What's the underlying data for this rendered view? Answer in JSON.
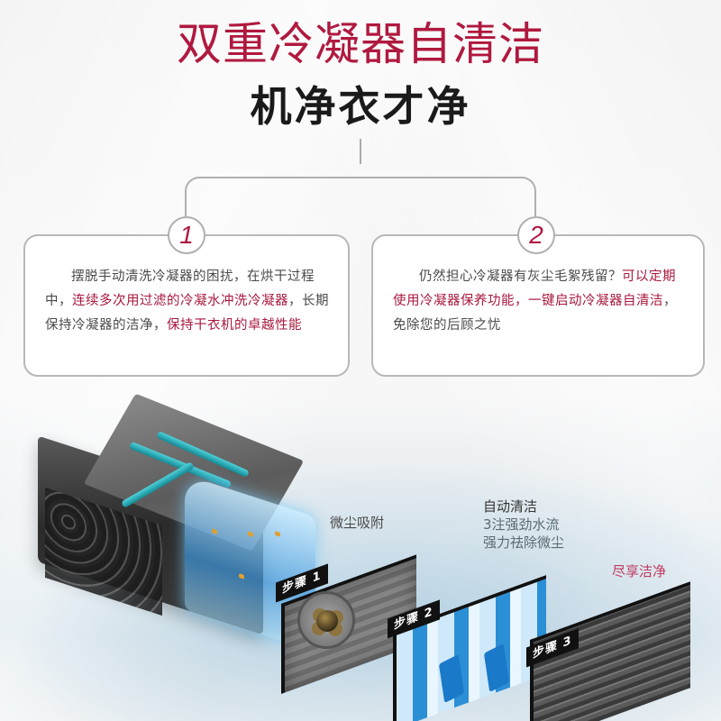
{
  "header": {
    "title": "双重冷凝器自清洁",
    "subtitle": "机净衣才净"
  },
  "cards": [
    {
      "number": "1",
      "segments": [
        {
          "text": "摆脱手动清洗冷凝器的困扰，在烘干过程中，",
          "highlight": false
        },
        {
          "text": "连续多次用过滤的冷凝水冲洗冷凝器",
          "highlight": true
        },
        {
          "text": "，长期保持冷凝器的洁净，",
          "highlight": false
        },
        {
          "text": "保持干衣机的卓越性能",
          "highlight": true
        }
      ]
    },
    {
      "number": "2",
      "segments": [
        {
          "text": "仍然担心冷凝器有灰尘毛絮残留？",
          "highlight": false
        },
        {
          "text": "可以定期使用冷凝器保养功能，一键启动冷凝器自清洁",
          "highlight": true
        },
        {
          "text": "，免除您的后顾之忧",
          "highlight": false
        }
      ]
    }
  ],
  "illustration": {
    "label_dust": "微尘吸附",
    "label_auto_title": "自动清洁",
    "label_auto_line1": "3注强劲水流",
    "label_auto_line2": "强力祛除微尘",
    "label_clean": "尽享洁净",
    "steps": [
      "步骤 1",
      "步骤 2",
      "步骤 3"
    ]
  },
  "colors": {
    "accent": "#b0193f",
    "accent_light": "#c0395f",
    "body_text": "#4a4a4a",
    "border": "#b8b8b8"
  }
}
